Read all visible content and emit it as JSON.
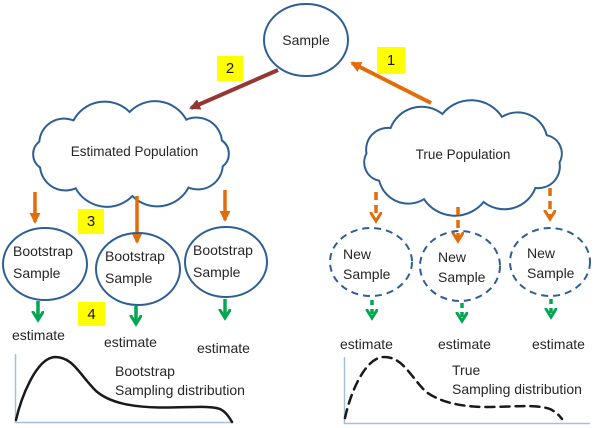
{
  "colors": {
    "node_stroke": "#2e5f94",
    "orange": "#e36c0a",
    "dark_red": "#943634",
    "green": "#00a650",
    "highlight_yellow": "#ffff00",
    "axis_blue": "#a5bfdb",
    "curve_black": "#1a1a1a",
    "text": "#262626"
  },
  "nodes": {
    "sample": "Sample",
    "estimated_population": "Estimated Population",
    "true_population": "True Population"
  },
  "left_samples": [
    {
      "line1": "Bootstrap",
      "line2": "Sample"
    },
    {
      "line1": "Bootstrap",
      "line2": "Sample"
    },
    {
      "line1": "Bootstrap",
      "line2": "Sample"
    }
  ],
  "right_samples": [
    {
      "line1": "New",
      "line2": "Sample"
    },
    {
      "line1": "New",
      "line2": "Sample"
    },
    {
      "line1": "New",
      "line2": "Sample"
    }
  ],
  "badges": {
    "step1": "1",
    "step2": "2",
    "step3": "3",
    "step4": "4"
  },
  "estimates": {
    "left": [
      "estimate",
      "estimate",
      "estimate"
    ],
    "right": [
      "estimate",
      "estimate",
      "estimate"
    ]
  },
  "distributions": {
    "bootstrap": {
      "line1": "Bootstrap",
      "line2": "Sampling distribution"
    },
    "true": {
      "line1": "True",
      "line2": "Sampling distribution"
    }
  }
}
